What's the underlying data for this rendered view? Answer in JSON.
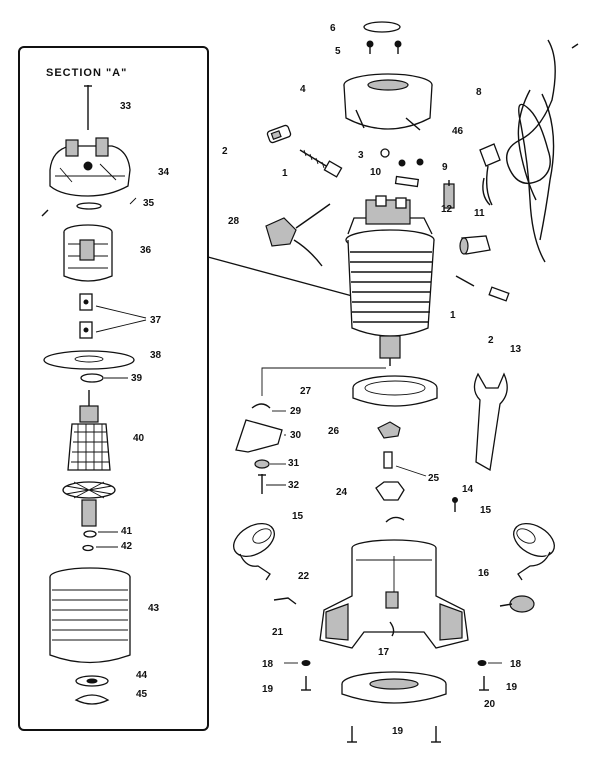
{
  "section_title": "SECTION \"A\"",
  "callouts": {
    "c33": "33",
    "c34": "34",
    "c35": "35",
    "c36": "36",
    "c37": "37",
    "c38": "38",
    "c39": "39",
    "c40": "40",
    "c41": "41",
    "c42": "42",
    "c43": "43",
    "c44": "44",
    "c45": "45",
    "c6": "6",
    "c5": "5",
    "c4": "4",
    "c2a": "2",
    "c3": "3",
    "c1a": "1",
    "c10": "10",
    "c9": "9",
    "c8": "8",
    "c46": "46",
    "c11": "11",
    "c12": "12",
    "c28": "28",
    "c1b": "1",
    "c2b": "2",
    "c13": "13",
    "c27": "27",
    "c29": "29",
    "c30": "30",
    "c26": "26",
    "c31": "31",
    "c32": "32",
    "c25": "25",
    "c24": "24",
    "c14": "14",
    "c15a": "15",
    "c15b": "15",
    "c22": "22",
    "c16": "16",
    "c21": "21",
    "c17": "17",
    "c18a": "18",
    "c18b": "18",
    "c19a": "19",
    "c19b": "19",
    "c19c": "19",
    "c20": "20"
  }
}
